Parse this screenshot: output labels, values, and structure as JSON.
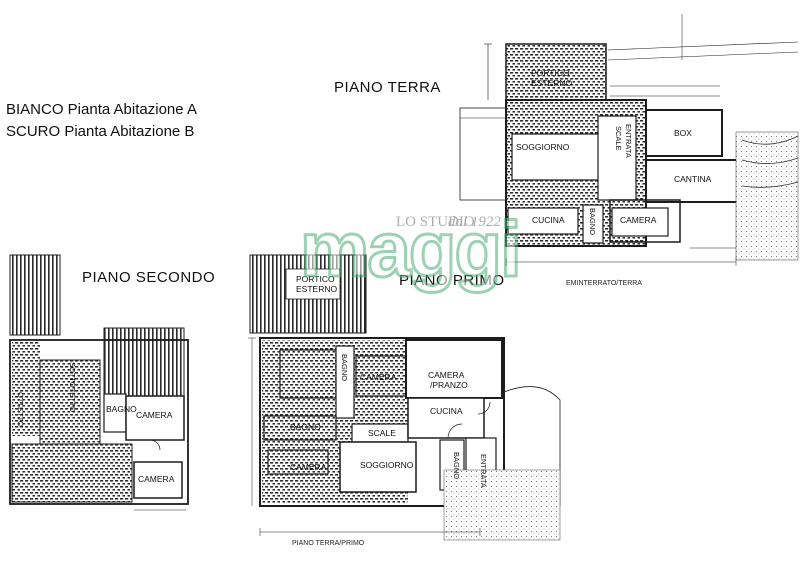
{
  "legend": {
    "line1": "BIANCO Pianta Abitazione A",
    "line2": "SCURO Pianta Abitazione B"
  },
  "floors": {
    "terra": {
      "title": "PIANO TERRA",
      "rooms": {
        "portico": [
          "PORTICO",
          "ESTERNO"
        ],
        "soggiorno": "SOGGIORNO",
        "entrata": "ENTRATA",
        "scale": "SCALE",
        "box": "BOX",
        "cantina": "CANTINA",
        "cucina": "CUCINA",
        "bagno": "BAGNO",
        "camera": "CAMERA"
      },
      "caption": "EMINTERRATO/TERRA"
    },
    "primo": {
      "title": "PIANO PRIMO",
      "rooms": {
        "portico": [
          "PORTICO",
          "ESTERNO"
        ],
        "bagno_top": "BAGNO",
        "camera_top": "CAMERA",
        "camera_pranzo": [
          "CAMERA",
          "/PRANZO"
        ],
        "bagno_mid": "BAGNO",
        "scale": "SCALE",
        "cucina": "CUCINA",
        "camera_bottom": "CAMERA",
        "soggiorno": "SOGGIORNO",
        "bagno_bottom": "BAGNO",
        "entrata": "ENTRATA"
      },
      "caption": "PIANO TERRA/PRIMO"
    },
    "secondo": {
      "title": "PIANO SECONDO",
      "rooms": {
        "sottotetto_left": "OTTETTO",
        "sottotetto": "SOTTOTETTO",
        "bagno": "BAGNO",
        "camera_right": "CAMERA",
        "camera_bottom": "CAMERA"
      }
    }
  },
  "watermark": {
    "studio_line": "LO STUDIO",
    "since": "dal 1922",
    "brand": "maggi"
  },
  "colors": {
    "hatch": "#3a3a3a",
    "wall": "#1c1c1c",
    "watermark": "#4caf76"
  }
}
